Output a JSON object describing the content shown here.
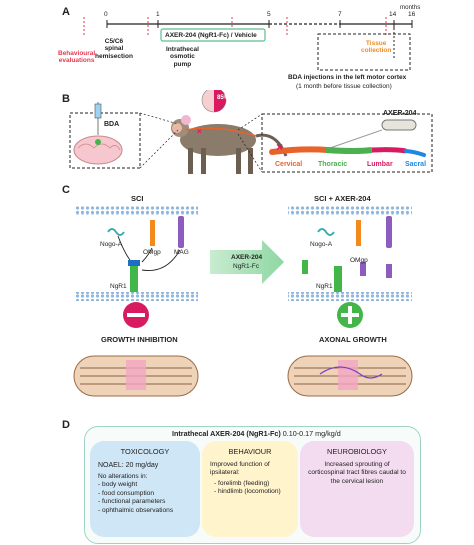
{
  "panels": {
    "a": "A",
    "b": "B",
    "c": "C",
    "d": "D"
  },
  "timeline": {
    "unit": "months",
    "ticks": [
      "0",
      "1",
      "5",
      "7",
      "14",
      "16"
    ],
    "behavioural": "Behavioural\nevaluations",
    "hemisection": "C5/C6\nspinal\nhemisection",
    "pump": "Intrathecal\nosmotic\npump",
    "treatment": "AXER-204 (NgR1-Fc) / Vehicle",
    "tissue": "Tissue\ncollection",
    "bda_title": "BDA injections in the left motor cortex",
    "bda_sub": "(1 month before tissue collection)"
  },
  "panel_b": {
    "bda_label": "BDA",
    "lesion_pct": "85%",
    "axer_label": "AXER-204",
    "segments": [
      {
        "label": "Cervical",
        "color": "#e8632b"
      },
      {
        "label": "Thoracic",
        "color": "#4caf50"
      },
      {
        "label": "Lumbar",
        "color": "#d81b60"
      },
      {
        "label": "Sacral",
        "color": "#1e88e5"
      }
    ]
  },
  "panel_c": {
    "sci_title": "SCI",
    "sci_axer_title": "SCI + AXER-204",
    "nogo": "Nogo-A",
    "omgp": "OMgp",
    "mag": "MAG",
    "ngr1": "NgR1",
    "arrow_label_1": "AXER-204",
    "arrow_label_2": "NgR1-Fc",
    "left_result": "GROWTH INHIBITION",
    "right_result": "AXONAL GROWTH"
  },
  "panel_d": {
    "title": "Intrathecal AXER-204 (NgR1-Fc)",
    "dose": "0.10-0.17 mg/kg/d",
    "toxicology": {
      "heading": "TOXICOLOGY",
      "noael": "NOAEL: 20 mg/day",
      "intro": "No alterations in:",
      "items": [
        "- body weight",
        "- food consumption",
        "- functional parameters",
        "- ophthalmic observations"
      ]
    },
    "behaviour": {
      "heading": "BEHAVIOUR",
      "intro": "Improved function of ipsilateral:",
      "items": [
        "- forelimb (feeding)",
        "- hindlimb (locomotion)"
      ]
    },
    "neurobiology": {
      "heading": "NEUROBIOLOGY",
      "text": "Increased sprouting of corticospinal tract fibres caudal to the cervical lesion"
    }
  },
  "colors": {
    "behavioural": "#e53950",
    "treatment_border": "#5dbf8f",
    "tissue": "#f28a1e",
    "tox_bg": "#cfe6f6",
    "beh_bg": "#fff4cc",
    "neuro_bg": "#f3dcef",
    "inhibit": "#d81b60",
    "growth": "#43b649"
  }
}
